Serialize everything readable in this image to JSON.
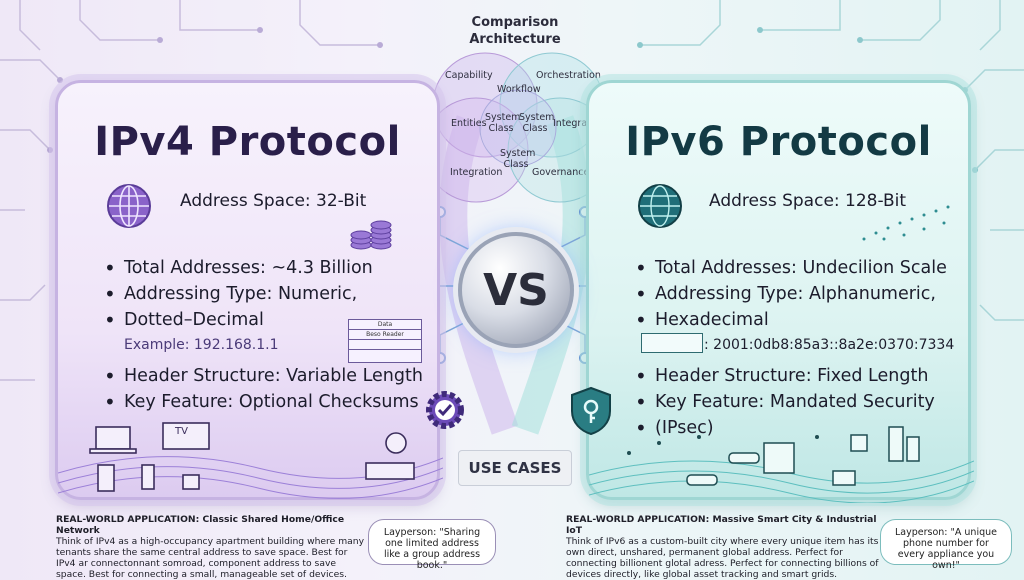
{
  "venn": {
    "title": "Comparison Architecture",
    "labels": [
      "Capability",
      "Orchestration",
      "Workflow",
      "Entities",
      "Integratio",
      "System Class",
      "System Class",
      "System Class",
      "Integration",
      "Governance"
    ]
  },
  "ipv4": {
    "title": "IPv4 Protocol",
    "address_space": "Address Space: 32-Bit",
    "bullets": [
      "Total Addresses: ~4.3 Billion",
      "Addressing Type: Numeric,",
      "Dotted–Decimal"
    ],
    "example": "Example: 192.168.1.1",
    "bullets2": [
      "Header Structure: Variable Length",
      "Key Feature: Optional Checksums"
    ],
    "diagram_labels": [
      "Data",
      "Beso Reader"
    ],
    "device_label": "TV",
    "real_world": {
      "heading": "REAL-WORLD APPLICATION: Classic Shared Home/Office Network",
      "body": "Think of IPv4 as a high-occupancy apartment building where many tenants share the same central address to save space. Best for IPv4 ar connectonnant somroad, component address to save space. Best for connecting a small, manageable set of devices."
    },
    "bubble": "Layperson: \"Sharing one limited address like a group address book.\""
  },
  "ipv6": {
    "title": "IPv6 Protocol",
    "address_space": "Address Space: 128-Bit",
    "bullets": [
      "Total Addresses: Undecilion Scale",
      "Addressing Type: Alphanumeric,",
      "Hexadecimal"
    ],
    "example": ": 2001:0db8:85a3::8a2e:0370:7334",
    "bullets2": [
      "Header Structure: Fixed Length",
      "Key Feature: Mandated Security",
      "(IPsec)"
    ],
    "real_world": {
      "heading": "REAL-WORLD APPLICATION: Massive Smart City & Industrial IoT",
      "body": "Think of IPv6 as a custom-built city where every unique item has its own direct, unshared, permanent global address. Perfect for connecting billionent glotal adress. Perfect for connecting billions of devices directly, like global asset tracking and smart grids."
    },
    "bubble": "Layperson: \"A unique phone number for every appliance you own!\""
  },
  "center": {
    "vs": "VS",
    "use_cases": "USE CASES"
  },
  "colors": {
    "ipv4_accent": "#6a4fb0",
    "ipv6_accent": "#2f8f8f",
    "title_dark": "#2a1f4a"
  }
}
